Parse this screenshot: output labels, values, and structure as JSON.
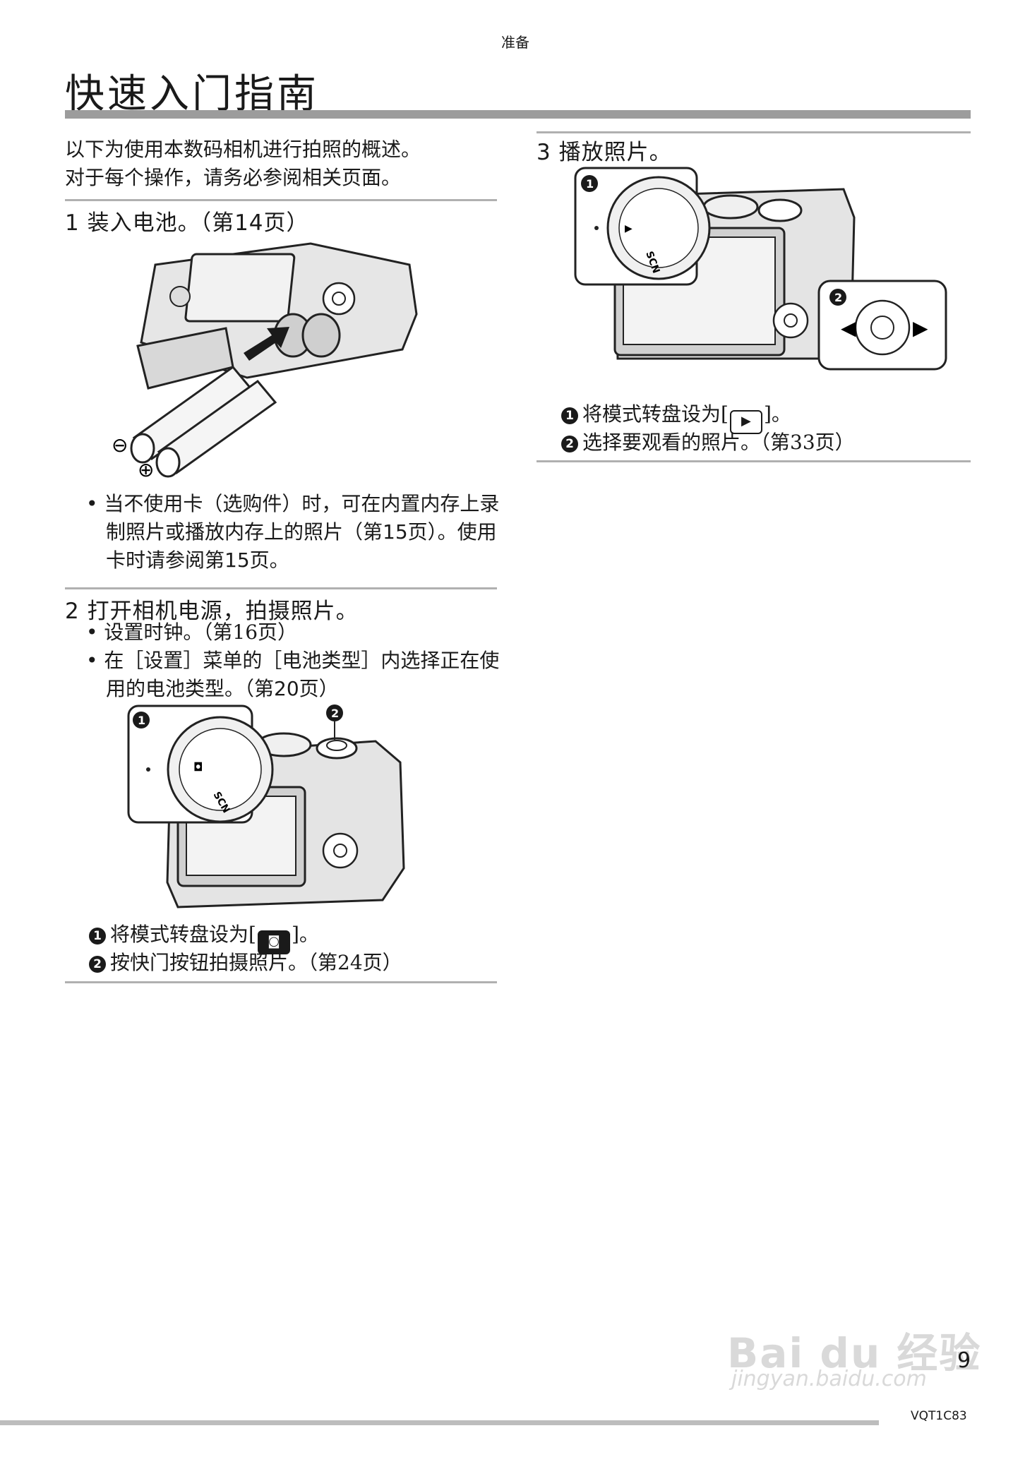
{
  "header": {
    "section_label": "准备"
  },
  "title": "快速入门指南",
  "intro": {
    "line1": "以下为使用本数码相机进行拍照的概述。",
    "line2": "对于每个操作，请务必参阅相关页面。"
  },
  "step1": {
    "heading": "1 装入电池。（第14页）",
    "note": "• 当不使用卡（选购件）时，可在内置内存上录制照片或播放内存上的照片（第15页）。使用卡时请参阅第15页。",
    "minus_symbol": "⊖",
    "plus_symbol": "⊕"
  },
  "step2": {
    "heading": "2 打开相机电源，拍摄照片。",
    "bullet1": "• 设置时钟。（第16页）",
    "bullet2": "• 在［设置］菜单的［电池类型］内选择正在使用的电池类型。（第20页）",
    "caption1_pre": "将模式转盘设为[",
    "caption1_post": "]。",
    "caption2": "按快门按钮拍摄照片。（第24页）",
    "marker1": "1",
    "marker2": "2"
  },
  "step3": {
    "heading": "3 播放照片。",
    "caption1_pre": "将模式转盘设为[",
    "caption1_post": "]。",
    "caption2": "选择要观看的照片。（第33页）",
    "marker1": "1",
    "marker2": "2"
  },
  "dial_labels": {
    "scn": "SCN"
  },
  "footer": {
    "page_number": "9",
    "model_code": "VQT1C83"
  },
  "watermark": {
    "brand": "Bai du 经验",
    "url": "jingyan.baidu.com"
  },
  "icons": {
    "camera_mode": "camera-icon",
    "play_mode": "play-icon",
    "arrow_left": "◀",
    "arrow_right": "▶"
  }
}
